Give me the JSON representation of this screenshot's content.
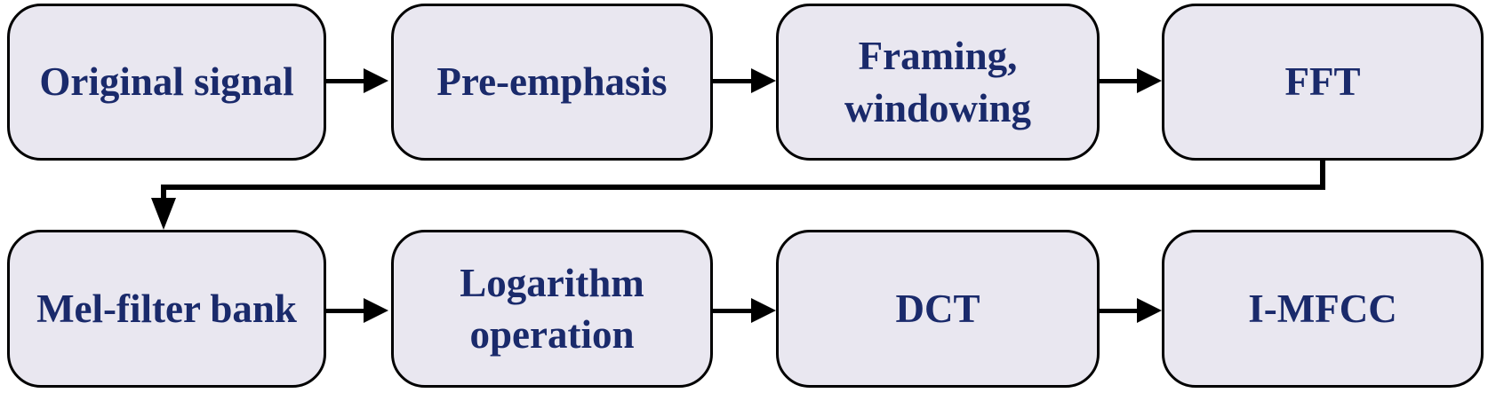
{
  "diagram": {
    "type": "flowchart",
    "description": "I-MFCC feature extraction pipeline block diagram",
    "colors": {
      "node_fill": "#e9e7f0",
      "node_border": "#000000",
      "node_text": "#1a2a6b",
      "arrow": "#000000",
      "background": "#ffffff"
    },
    "nodes": [
      {
        "id": "original-signal",
        "label": "Original signal",
        "row": 1,
        "col": 1
      },
      {
        "id": "pre-emphasis",
        "label": "Pre-emphasis",
        "row": 1,
        "col": 2
      },
      {
        "id": "framing-windowing",
        "label": "Framing, windowing",
        "row": 1,
        "col": 3
      },
      {
        "id": "fft",
        "label": "FFT",
        "row": 1,
        "col": 4
      },
      {
        "id": "mel-filter-bank",
        "label": "Mel-filter bank",
        "row": 2,
        "col": 1
      },
      {
        "id": "logarithm-operation",
        "label": "Logarithm operation",
        "row": 2,
        "col": 2
      },
      {
        "id": "dct",
        "label": "DCT",
        "row": 2,
        "col": 3
      },
      {
        "id": "i-mfcc",
        "label": "I-MFCC",
        "row": 2,
        "col": 4
      }
    ],
    "edges": [
      {
        "from": "original-signal",
        "to": "pre-emphasis",
        "style": "straight-arrow"
      },
      {
        "from": "pre-emphasis",
        "to": "framing-windowing",
        "style": "straight-arrow"
      },
      {
        "from": "framing-windowing",
        "to": "fft",
        "style": "straight-arrow"
      },
      {
        "from": "fft",
        "to": "mel-filter-bank",
        "style": "elbow-arrow"
      },
      {
        "from": "mel-filter-bank",
        "to": "logarithm-operation",
        "style": "straight-arrow"
      },
      {
        "from": "logarithm-operation",
        "to": "dct",
        "style": "straight-arrow"
      },
      {
        "from": "dct",
        "to": "i-mfcc",
        "style": "straight-arrow"
      }
    ]
  }
}
